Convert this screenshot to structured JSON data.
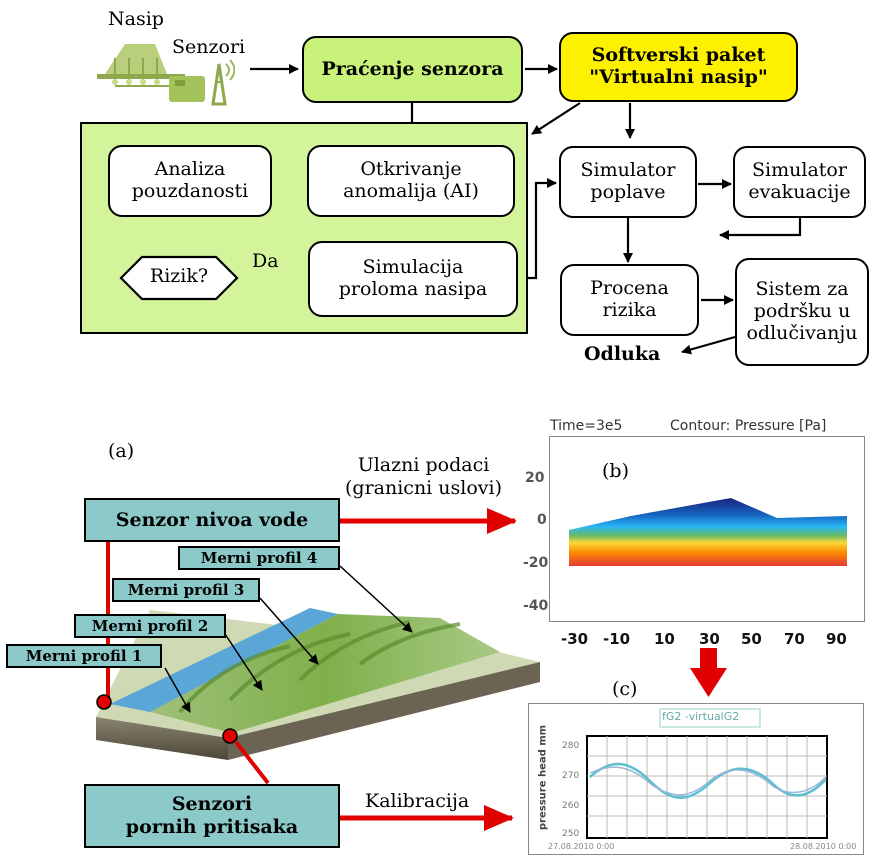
{
  "flow": {
    "nasip_label": "Nasip",
    "senzori_label": "Senzori",
    "pracenje": "Praćenje senzora",
    "softverski": "Softverski paket\n\"Virtualni nasip\"",
    "analiza": "Analiza\npouzdanosti",
    "otkrivanje": "Otkrivanje\nanomalija (AI)",
    "rizik": "Rizik?",
    "da": "Da",
    "simulacija": "Simulacija\nproloma nasipa",
    "sim_poplave": "Simulator\npoplave",
    "sim_evakuacije": "Simulator\nevakuacije",
    "procena": "Procena\nrizika",
    "sistem": "Sistem za\npodršku u\nodlučivanju",
    "odluka": "Odluka"
  },
  "lower": {
    "a_label": "(a)",
    "b_label": "(b)",
    "c_label": "(c)",
    "ulazni": "Ulazni podaci\n(granicni uslovi)",
    "senzor_nivoa": "Senzor nivoa vode",
    "profil4": "Merni profil 4",
    "profil3": "Merni profil 3",
    "profil2": "Merni profil 2",
    "profil1": "Merni profil 1",
    "senzori_pornih": "Senzori\npornih pritisaka",
    "kalibracija": "Kalibracija"
  },
  "plot_b": {
    "header_left": "Time=3e5",
    "header_right": "Contour: Pressure [Pa]",
    "x_ticks": [
      "-30",
      "-10",
      "10",
      "30",
      "50",
      "70",
      "90"
    ],
    "y_ticks": [
      "20",
      "0",
      "-20",
      "-40"
    ]
  },
  "plot_c": {
    "legend": "fG2 -virtualG2",
    "ylabel": "pressure head mm",
    "y_ticks": [
      "280",
      "270",
      "260",
      "250"
    ],
    "x_left": "27.08.2010 0:00",
    "x_right": "28.08.2010 0:00"
  }
}
